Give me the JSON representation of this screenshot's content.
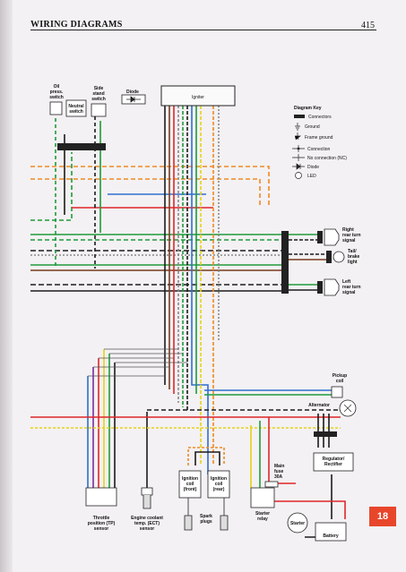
{
  "header": {
    "title": "WIRING DIAGRAMS",
    "page_number": "415"
  },
  "section_tab": "18",
  "components": {
    "oil_press_switch": [
      "Oil",
      "press.",
      "switch"
    ],
    "neutral_switch": [
      "Neutral",
      "switch"
    ],
    "side_stand_switch": [
      "Side",
      "stand",
      "switch"
    ],
    "diode": "Diode",
    "igniter": "Igniter",
    "right_rear_turn_signal": [
      "Right",
      "rear turn",
      "signal"
    ],
    "tail_brake_light": [
      "Tail/",
      "brake",
      "light"
    ],
    "left_rear_turn_signal": [
      "Left",
      "rear turn",
      "signal"
    ],
    "pickup_coil": [
      "Pickup",
      "coil"
    ],
    "alternator": "Alternator",
    "regulator_rectifier": [
      "Regulator/",
      "Rectifier"
    ],
    "main_fuse": [
      "Main",
      "fuse",
      "30A"
    ],
    "starter_relay": [
      "Starter",
      "relay"
    ],
    "starter": "Starter",
    "battery": "Battery",
    "ignition_coil_front": [
      "Ignition",
      "coil",
      "(front)"
    ],
    "ignition_coil_rear": [
      "Ignition",
      "coil",
      "(rear)"
    ],
    "spark_plugs": [
      "Spark",
      "plugs"
    ],
    "throttle_position_sensor": [
      "Throttle",
      "position (TP)",
      "sensor"
    ],
    "engine_coolant_sensor": [
      "Engine coolant",
      "temp. (ECT)",
      "sensor"
    ]
  },
  "diagram_key": {
    "title": "Diagram Key",
    "items": [
      "Connectors",
      "Ground",
      "Frame ground",
      "Connection",
      "No connection (NC)",
      "Diode",
      "LED"
    ]
  },
  "colors": {
    "orange": "#f08a24",
    "green": "#1f9a3a",
    "blue": "#2f6fd0",
    "red": "#e0262b",
    "yellow": "#e6d21a",
    "black": "#1c1c1c",
    "brown": "#7a3b1f",
    "purple": "#7a2ea0",
    "grey": "#8a8a8a",
    "pink": "#e07aa0",
    "tab": "#e8462b"
  }
}
